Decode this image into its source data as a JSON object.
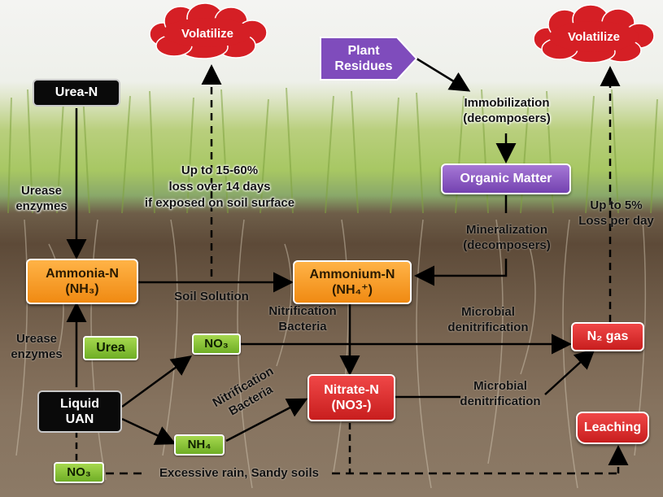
{
  "boxes": {
    "urea_n": "Urea-N",
    "ammonia_n": "Ammonia-N",
    "ammonia_formula": "(NH₃)",
    "ammonium_n": "Ammonium-N",
    "ammonium_formula": "(NH₄⁺)",
    "plant_residues_1": "Plant",
    "plant_residues_2": "Residues",
    "organic_matter": "Organic Matter",
    "nitrate_n": "Nitrate-N",
    "nitrate_formula": "(NO3-)",
    "n2_gas": "N₂ gas",
    "leaching": "Leaching",
    "liquid_uan_1": "Liquid",
    "liquid_uan_2": "UAN",
    "urea": "Urea",
    "no3_upper": "NO₃",
    "nh4": "NH₄",
    "no3_lower": "NO₃"
  },
  "clouds": {
    "volatilize_left": "Volatilize",
    "volatilize_right": "Volatilize"
  },
  "labels": {
    "urease_enzymes_top_1": "Urease",
    "urease_enzymes_top_2": "enzymes",
    "loss_1": "Up to 15-60%",
    "loss_2": "loss over 14 days",
    "loss_3": "if exposed on soil surface",
    "immobilization_1": "Immobilization",
    "immobilization_2": "(decomposers)",
    "mineralization_1": "Mineralization",
    "mineralization_2": "(decomposers)",
    "loss_per_day_1": "Up to 5%",
    "loss_per_day_2": "Loss per day",
    "soil_solution": "Soil Solution",
    "nitrification_upper_1": "Nitrification",
    "nitrification_upper_2": "Bacteria",
    "microbial_upper_1": "Microbial",
    "microbial_upper_2": "denitrification",
    "urease_enzymes_bottom_1": "Urease",
    "urease_enzymes_bottom_2": "enzymes",
    "nitrification_lower_1": "Nitrification",
    "nitrification_lower_2": "Bacteria",
    "microbial_lower_1": "Microbial",
    "microbial_lower_2": "denitrification",
    "excessive_rain": "Excessive rain, Sandy soils"
  },
  "colors": {
    "cloud": "#d51f25",
    "arrow": "#000000",
    "orange_box": "#f59a22",
    "purple_box": "#8a57c4",
    "red_box": "#d92b2b",
    "green_box": "#86c13a",
    "black_box": "#0a0a0a"
  }
}
